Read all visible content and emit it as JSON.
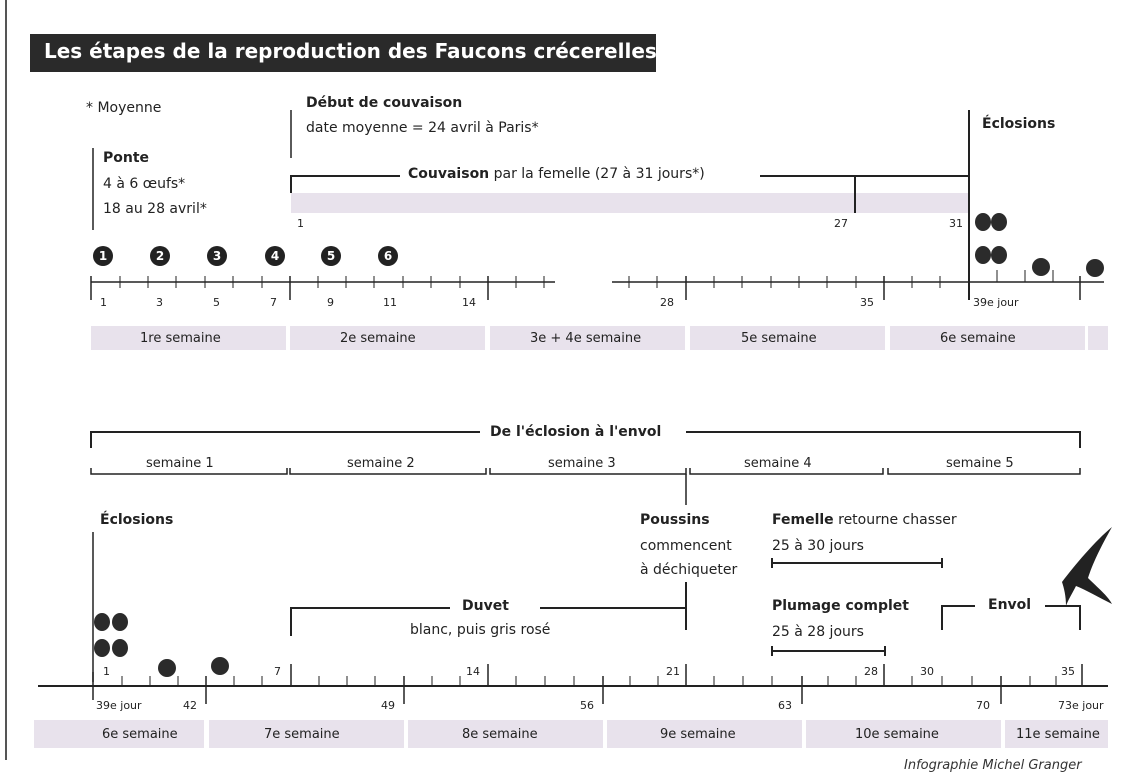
{
  "title": "Les étapes de la reproduction des Faucons crécerelles",
  "note": "* Moyenne",
  "ponte": {
    "title": "Ponte",
    "line1": "4 à 6 œufs*",
    "line2": "18 au 28 avril*"
  },
  "debut": {
    "title": "Début de couvaison",
    "line1": "date moyenne = 24 avril à Paris*"
  },
  "eclosions_top": "Éclosions",
  "couvaison": {
    "bold": "Couvaison",
    "rest": " par la femelle (27 à 31 jours*)",
    "ticks": [
      "1",
      "27",
      "31"
    ]
  },
  "eggs": [
    "1",
    "2",
    "3",
    "4",
    "5",
    "6"
  ],
  "top_axis": {
    "labels": [
      "1",
      "3",
      "5",
      "7",
      "9",
      "11",
      "14",
      "28",
      "35",
      "39e jour"
    ]
  },
  "top_weeks": [
    "1re semaine",
    "2e semaine",
    "3e + 4e semaine",
    "5e semaine",
    "6e semaine"
  ],
  "envol_span": {
    "title": "De l'éclosion à l'envol",
    "weeks": [
      "semaine 1",
      "semaine 2",
      "semaine 3",
      "semaine 4",
      "semaine 5"
    ]
  },
  "eclosions_bottom": "Éclosions",
  "poussins": {
    "title": "Poussins",
    "line1": "commencent",
    "line2": "à déchiqueter"
  },
  "femelle": {
    "bold": "Femelle",
    "rest": " retourne chasser",
    "line2": "25 à 30 jours"
  },
  "duvet": {
    "title": "Duvet",
    "line1": "blanc, puis gris rosé"
  },
  "plumage": {
    "title": "Plumage complet",
    "line1": "25 à 28 jours"
  },
  "envol": "Envol",
  "bottom_axis": {
    "upper_labels": [
      "1",
      "7",
      "14",
      "21",
      "28",
      "30",
      "35"
    ],
    "lower_labels": [
      "39e jour",
      "42",
      "49",
      "56",
      "63",
      "70",
      "73e jour"
    ]
  },
  "bottom_weeks": [
    "6e semaine",
    "7e semaine",
    "8e semaine",
    "9e semaine",
    "10e semaine",
    "11e semaine"
  ],
  "credit": "Infographie Michel Granger",
  "colors": {
    "band": "#e8e2ec",
    "ink": "#222222",
    "title_bg": "#2a2a2a"
  }
}
